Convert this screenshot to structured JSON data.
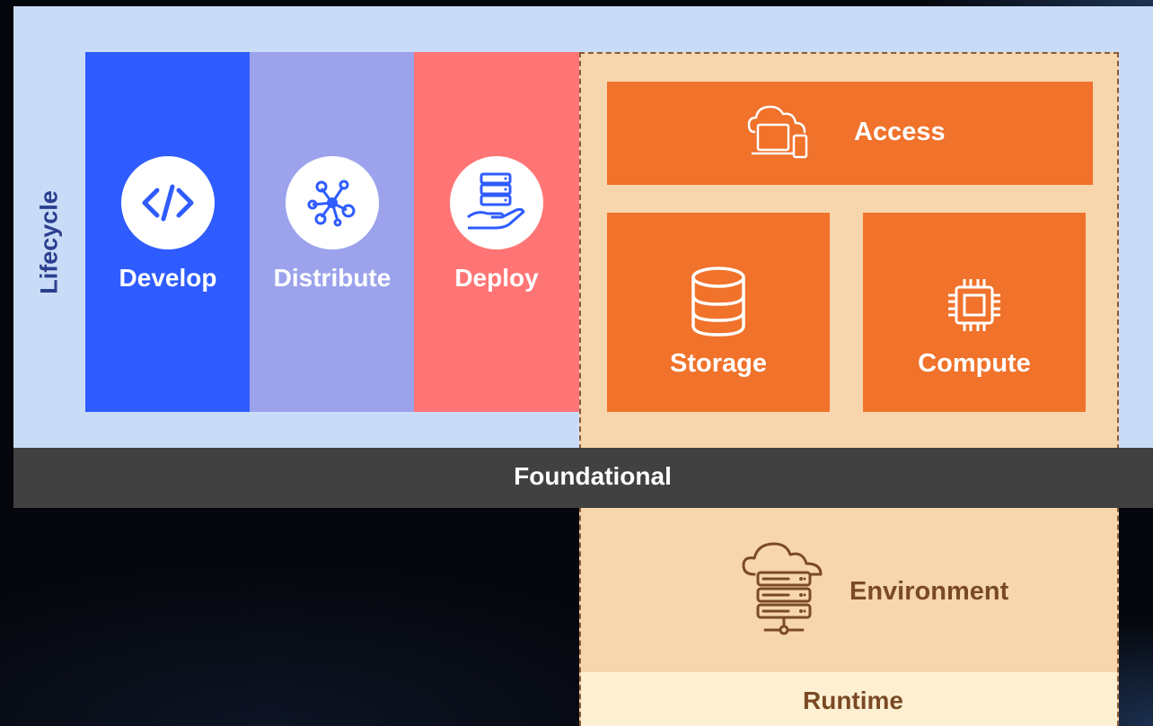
{
  "lifecycle": {
    "label": "Lifecycle",
    "color": "#2b3f8f",
    "stages": [
      {
        "label": "Develop",
        "icon": "code-icon",
        "color": "#2f5cff"
      },
      {
        "label": "Distribute",
        "icon": "network-hub-icon",
        "color": "#9ca3ec"
      },
      {
        "label": "Deploy",
        "icon": "server-hand-icon",
        "color": "#ff7575"
      }
    ]
  },
  "infrastructure": {
    "access": {
      "label": "Access",
      "icon": "cloud-devices-icon"
    },
    "storage": {
      "label": "Storage",
      "icon": "database-icon"
    },
    "compute": {
      "label": "Compute",
      "icon": "cpu-chip-icon"
    },
    "environment": {
      "label": "Environment",
      "icon": "cloud-server-icon"
    },
    "accent_color": "#f0722b"
  },
  "foundational": {
    "label": "Foundational"
  },
  "runtime": {
    "label": "Runtime"
  }
}
